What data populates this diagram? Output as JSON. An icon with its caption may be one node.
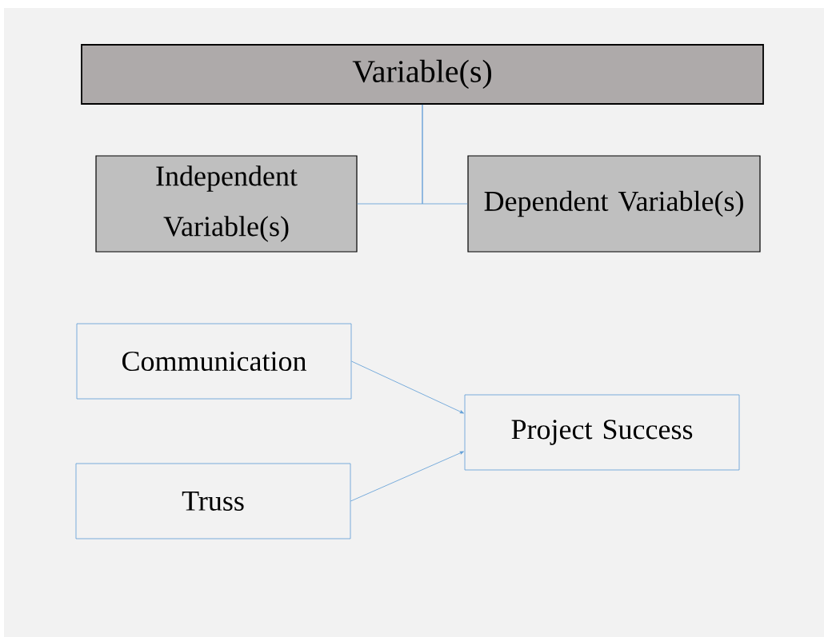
{
  "diagram": {
    "nodes": [
      {
        "text": [
          "Variable(s)"
        ]
      },
      {
        "text": [
          "Independent Variable(s)"
        ]
      },
      {
        "text": [
          "Dependent Variable(s)"
        ]
      },
      {
        "text": [
          "Communication"
        ]
      },
      {
        "text": [
          "Truss"
        ]
      },
      {
        "text": [
          "Project Success"
        ]
      }
    ],
    "edges": [
      {
        "from": 0,
        "to": 1,
        "arrow": "none"
      },
      {
        "from": 0,
        "to": 2,
        "arrow": "none"
      },
      {
        "from": 3,
        "to": 5,
        "arrow": "to"
      },
      {
        "from": 4,
        "to": 5,
        "arrow": "to"
      }
    ]
  }
}
